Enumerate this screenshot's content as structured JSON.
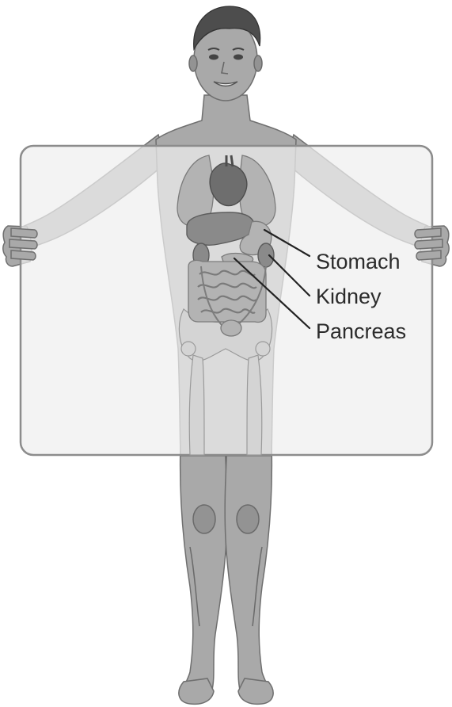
{
  "diagram": {
    "labels": {
      "stomach": "Stomach",
      "kidney": "Kidney",
      "pancreas": "Pancreas"
    },
    "colors": {
      "panel_fill": "#e6e6e6",
      "panel_border": "#8c8c8c",
      "skin": "#a9a9a9",
      "organ": "#8a8a8a",
      "label_text": "#2b2b2b"
    }
  }
}
